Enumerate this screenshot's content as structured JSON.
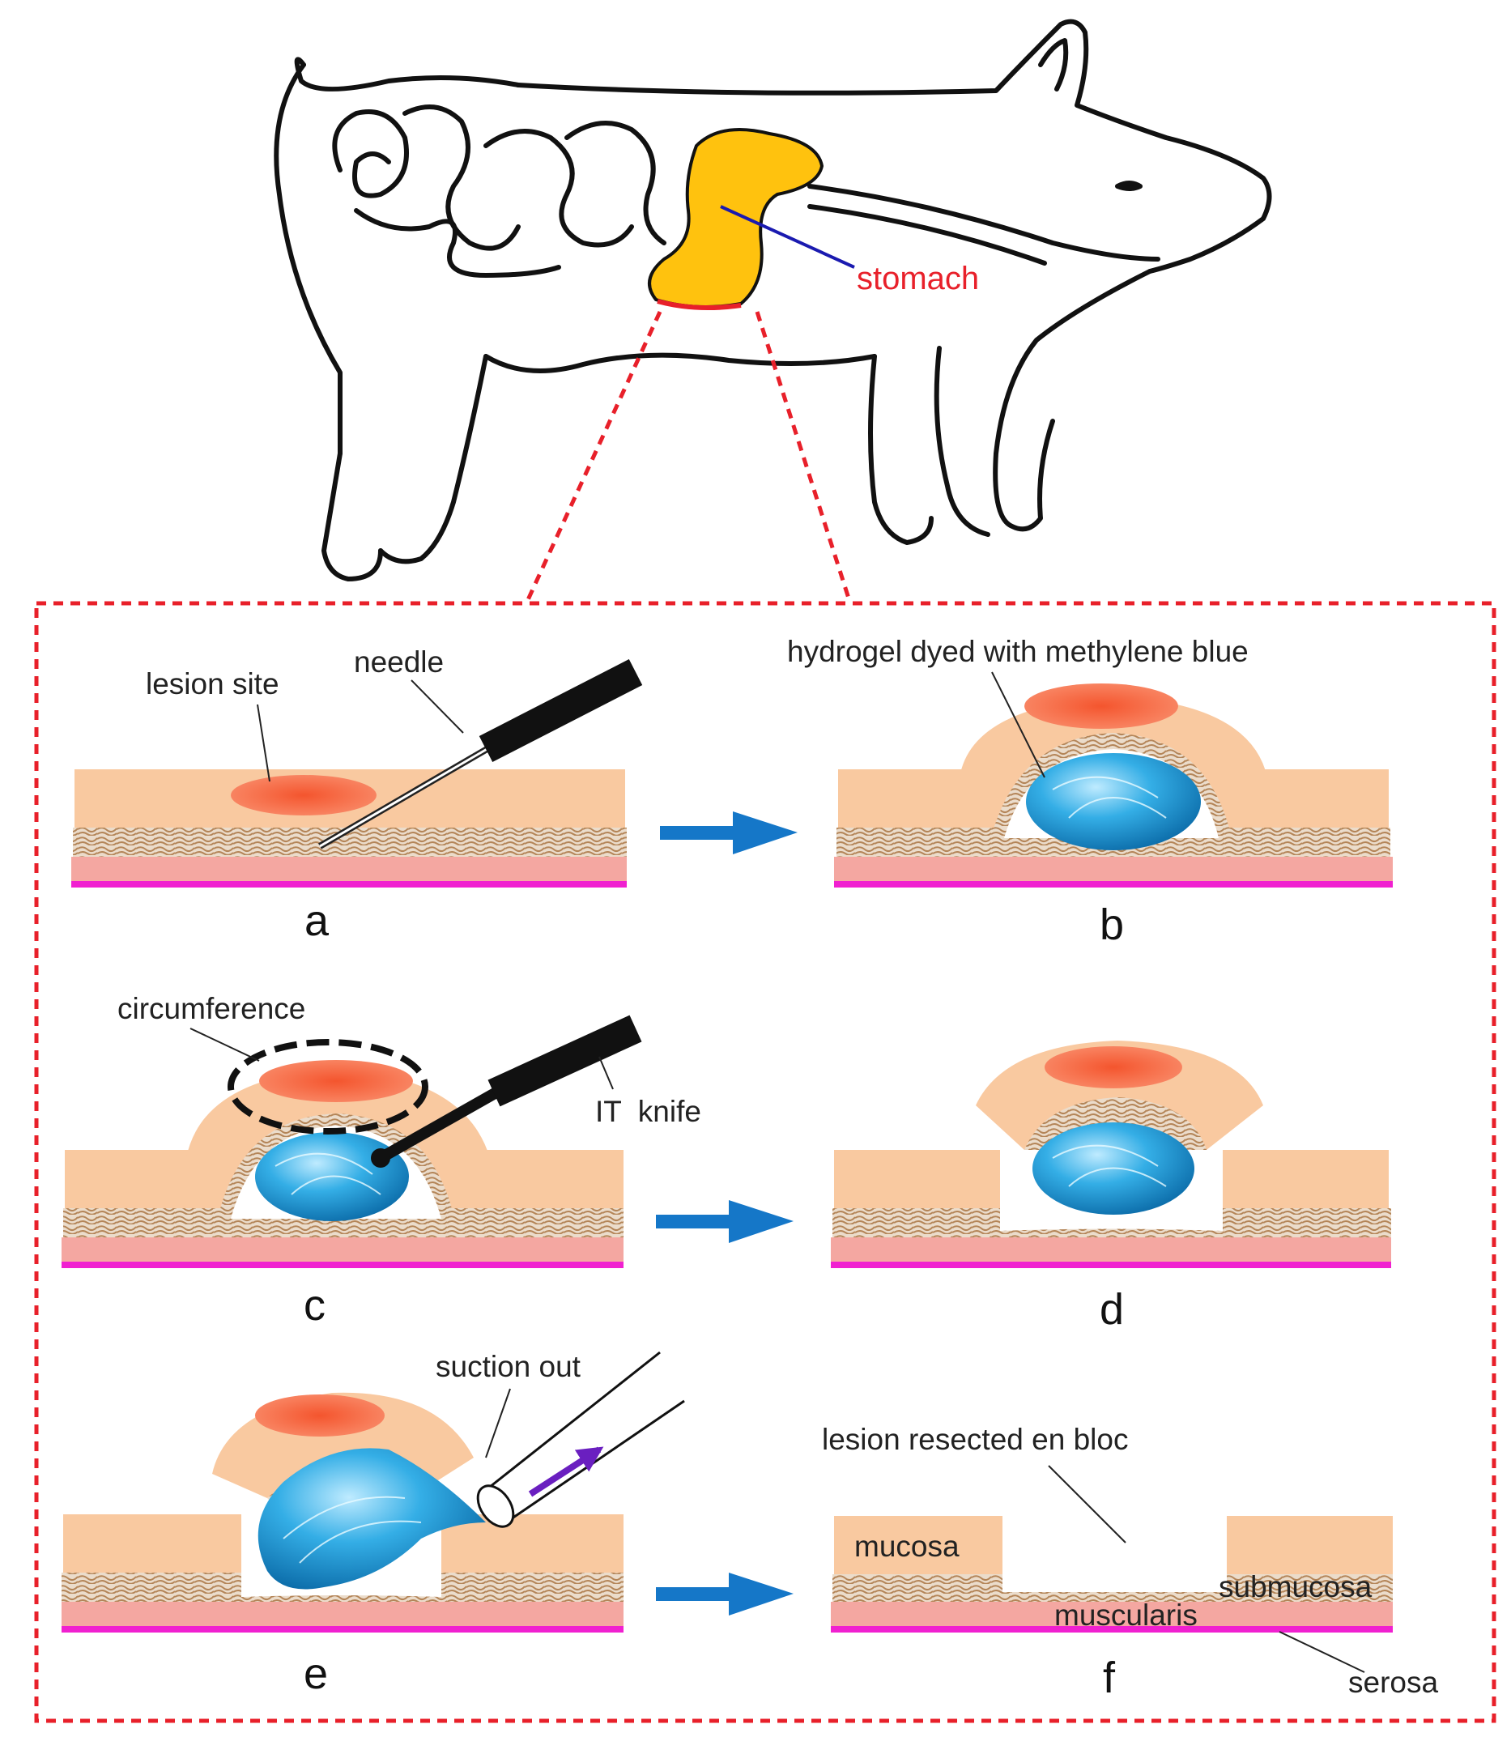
{
  "labels": {
    "stomach": "stomach",
    "lesion_site": "lesion site",
    "needle": "needle",
    "hydrogel": "hydrogel dyed with methylene blue",
    "circumference": "circumference",
    "it_knife": "IT  knife",
    "suction_out": "suction out",
    "lesion_resected": "lesion resected en bloc",
    "mucosa": "mucosa",
    "submucosa": "submucosa",
    "muscularis": "muscularis",
    "serosa": "serosa"
  },
  "panels": {
    "a": "a",
    "b": "b",
    "c": "c",
    "d": "d",
    "e": "e",
    "f": "f"
  },
  "colors": {
    "stomach_fill": "#FFC20E",
    "stomach_label": "#E8202A",
    "pointer_line": "#1A1AB0",
    "dashed_frame": "#E8202A",
    "mucosa": "#F9C9A0",
    "submucosa": "#C8A07A",
    "muscularis": "#F4A0A0",
    "serosa": "#F020D0",
    "lesion": "#F05A3C",
    "hydrogel": "#2CA6E0",
    "arrow": "#1577C8"
  }
}
